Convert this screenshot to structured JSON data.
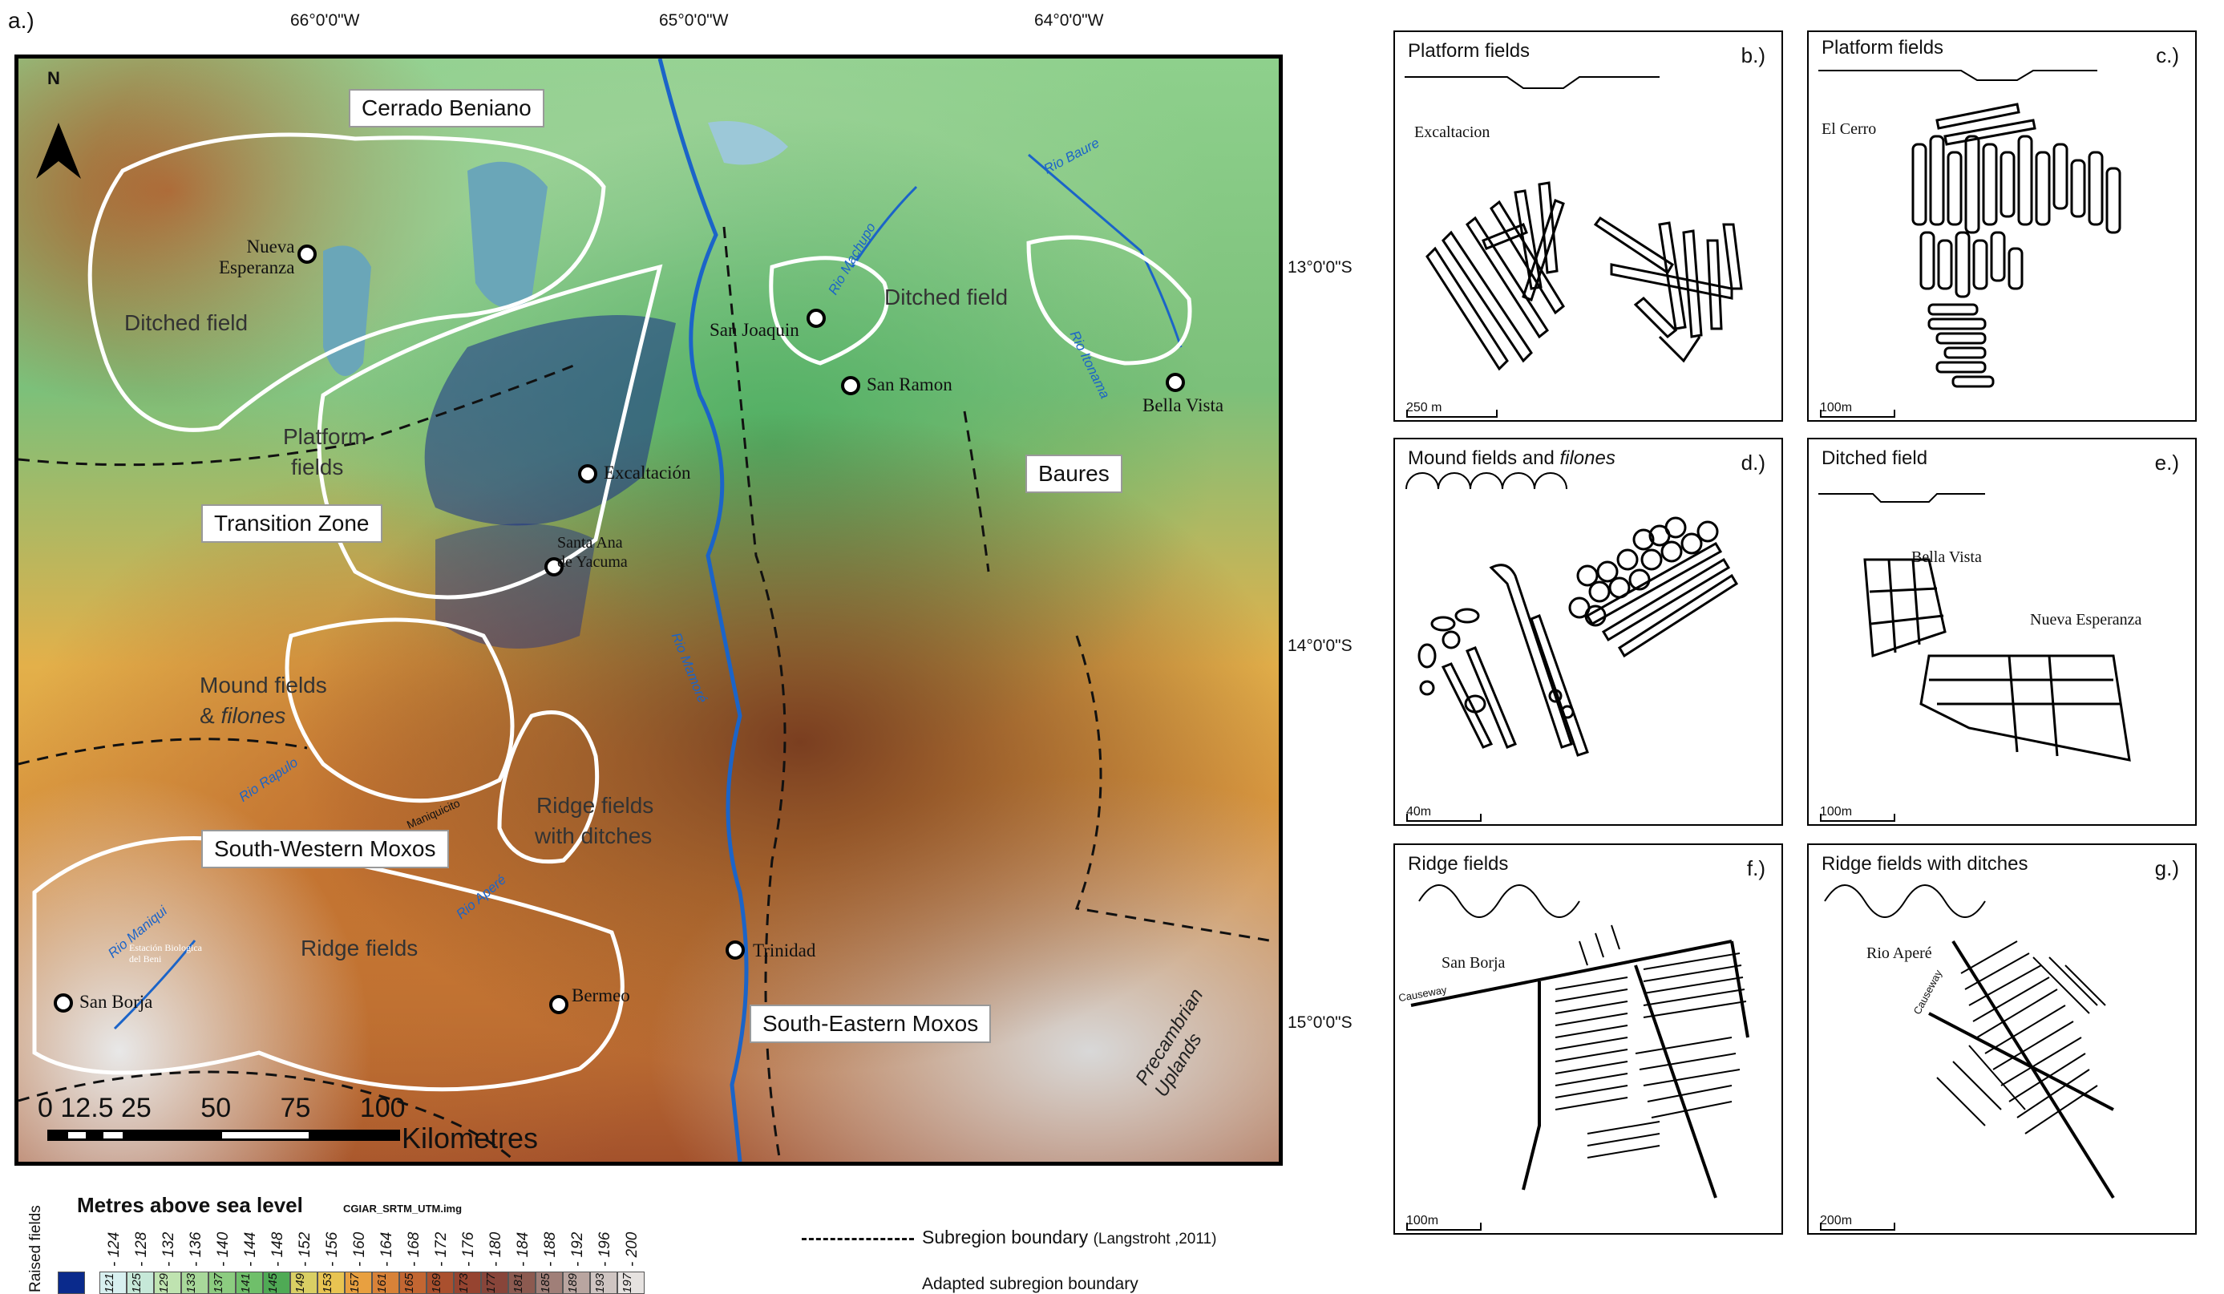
{
  "figure_label": "a.)",
  "coords": {
    "top": [
      "66°0'0\"W",
      "65°0'0\"W",
      "64°0'0\"W"
    ],
    "right": [
      "13°0'0\"S",
      "14°0'0\"S",
      "15°0'0\"S"
    ]
  },
  "north": "N",
  "regions": {
    "cerrado": "Cerrado Beniano",
    "transition": "Transition Zone",
    "baures": "Baures",
    "sw_moxos": "South-Western Moxos",
    "se_moxos": "South-Eastern Moxos"
  },
  "field_types": {
    "ditched_w": "Ditched field",
    "ditched_e": "Ditched field",
    "platform_1": "Platform",
    "platform_2": "fields",
    "mound_1": "Mound fields",
    "mound_2a": "& ",
    "mound_2b": "filones",
    "ridge_ditch_1": "Ridge fields",
    "ridge_ditch_2": "with ditches",
    "ridge": "Ridge fields"
  },
  "towns": {
    "nueva": "Nueva\nEsperanza",
    "san_joaquin": "San Joaquin",
    "san_ramon": "San Ramon",
    "bella_vista": "Bella Vista",
    "excaltacion": "Excaltación",
    "santa_ana": "Santa Ana\nde Yacuma",
    "trinidad": "Trinidad",
    "bermeo": "Bermeo",
    "san_borja": "San Borja",
    "estacion": "Estación Biologica\ndel Beni"
  },
  "rivers": {
    "machupo": "Rio Machupo",
    "baure": "Rio Baure",
    "itonama": "Rio Itonama",
    "mamore": "Rio Mamoré",
    "rapulo": "Rio Rapulo",
    "apere": "Rio Aperé",
    "maniqui": "Rio Maniqui",
    "maniquicito": "Maniquicito"
  },
  "uplands": "Precambrian\nUplands",
  "scalebar": {
    "ticks": [
      "0",
      "12.5",
      "25",
      "50",
      "75",
      "100"
    ],
    "unit": "Kilometres"
  },
  "legend": {
    "title": "Metres above sea level",
    "source": "CGIAR_SRTM_UTM.img",
    "raised": "Raised fields",
    "ticks": [
      "- 124",
      "- 128",
      "- 132",
      "- 136",
      "- 140",
      "- 144",
      "- 148",
      "- 152",
      "- 156",
      "- 160",
      "- 164",
      "- 168",
      "- 172",
      "- 176",
      "- 180",
      "- 184",
      "- 188",
      "- 192",
      "- 196",
      "- 200"
    ],
    "cells": [
      "121",
      "125",
      "129",
      "133",
      "137",
      "141",
      "145",
      "149",
      "153",
      "157",
      "161",
      "165",
      "169",
      "173",
      "177",
      "181",
      "185",
      "189",
      "193",
      "197"
    ],
    "colors": [
      "#d8f0f0",
      "#c6e8d8",
      "#bfe3b0",
      "#a8d89a",
      "#8ccc80",
      "#6fbf6a",
      "#4faa55",
      "#d9cf64",
      "#e8c452",
      "#e8a040",
      "#d88238",
      "#c26632",
      "#aa502e",
      "#964430",
      "#88453a",
      "#8c5a50",
      "#a07f78",
      "#b9a5a0",
      "#cfc5c2",
      "#e6e2e0"
    ],
    "subregion": "Subregion boundary",
    "subregion_src": "(Langstroht ,2011)",
    "adapted": "Adapted subregion boundary"
  },
  "panels": {
    "b": {
      "title": "Platform fields",
      "letter": "b.)",
      "town": "Excaltacion",
      "scale": "250 m"
    },
    "c": {
      "title": "Platform fields",
      "letter": "c.)",
      "town": "El Cerro",
      "scale": "100m"
    },
    "d": {
      "title_a": "Mound fields and ",
      "title_b": "filones",
      "letter": "d.)",
      "scale": "40m"
    },
    "e": {
      "title": "Ditched field",
      "letter": "e.)",
      "town1": "Bella Vista",
      "town2": "Nueva Esperanza",
      "scale": "100m"
    },
    "f": {
      "title": "Ridge fields",
      "letter": "f.)",
      "town": "San Borja",
      "causeway": "Causeway",
      "scale": "100m"
    },
    "g": {
      "title": "Ridge fields with ditches",
      "letter": "g.)",
      "town": "Rio Aperé",
      "causeway": "Causeway",
      "scale": "200m"
    }
  }
}
